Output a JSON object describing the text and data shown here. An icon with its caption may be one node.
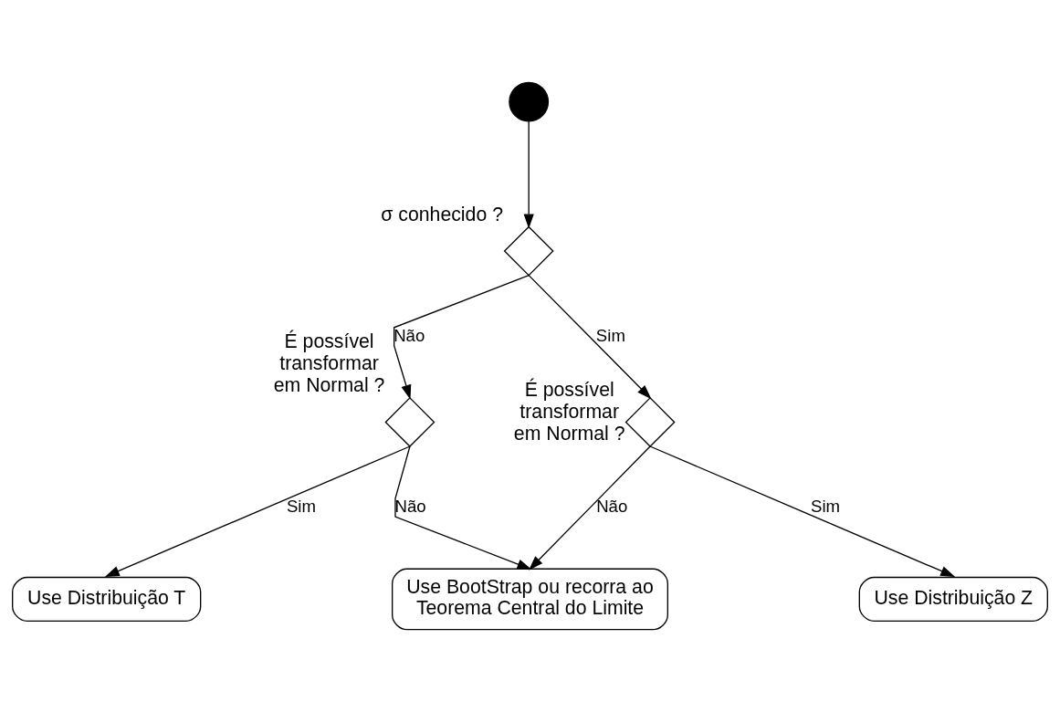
{
  "diagram": {
    "nodes": [
      {
        "text": [],
        "shape": "circle"
      },
      {
        "text": [],
        "shape": "diamond",
        "beside": [
          "σ conhecido ?"
        ]
      },
      {
        "text": [],
        "shape": "diamond",
        "beside": [
          "É possível transformar em Normal ?"
        ]
      },
      {
        "text": [],
        "shape": "diamond",
        "beside": [
          "É possível transformar em Normal ?"
        ]
      },
      {
        "text": [
          "Use Distribuição T"
        ]
      },
      {
        "text": [
          "Use BootStrap ou recorra ao Teorema Central do Limite"
        ]
      },
      {
        "text": [
          "Use Distribuição Z"
        ]
      }
    ],
    "edges": [
      {
        "from": 0,
        "to": 1,
        "arrow": "to"
      },
      {
        "from": 1,
        "to": 2,
        "arrow": "to",
        "label": "Não"
      },
      {
        "from": 1,
        "to": 3,
        "arrow": "to",
        "label": "Sim"
      },
      {
        "from": 2,
        "to": 4,
        "arrow": "to",
        "label": "Sim"
      },
      {
        "from": 2,
        "to": 5,
        "arrow": "to",
        "label": "Não"
      },
      {
        "from": 3,
        "to": 5,
        "arrow": "to",
        "label": "Não"
      },
      {
        "from": 3,
        "to": 6,
        "arrow": "to",
        "label": "Sim"
      }
    ]
  }
}
